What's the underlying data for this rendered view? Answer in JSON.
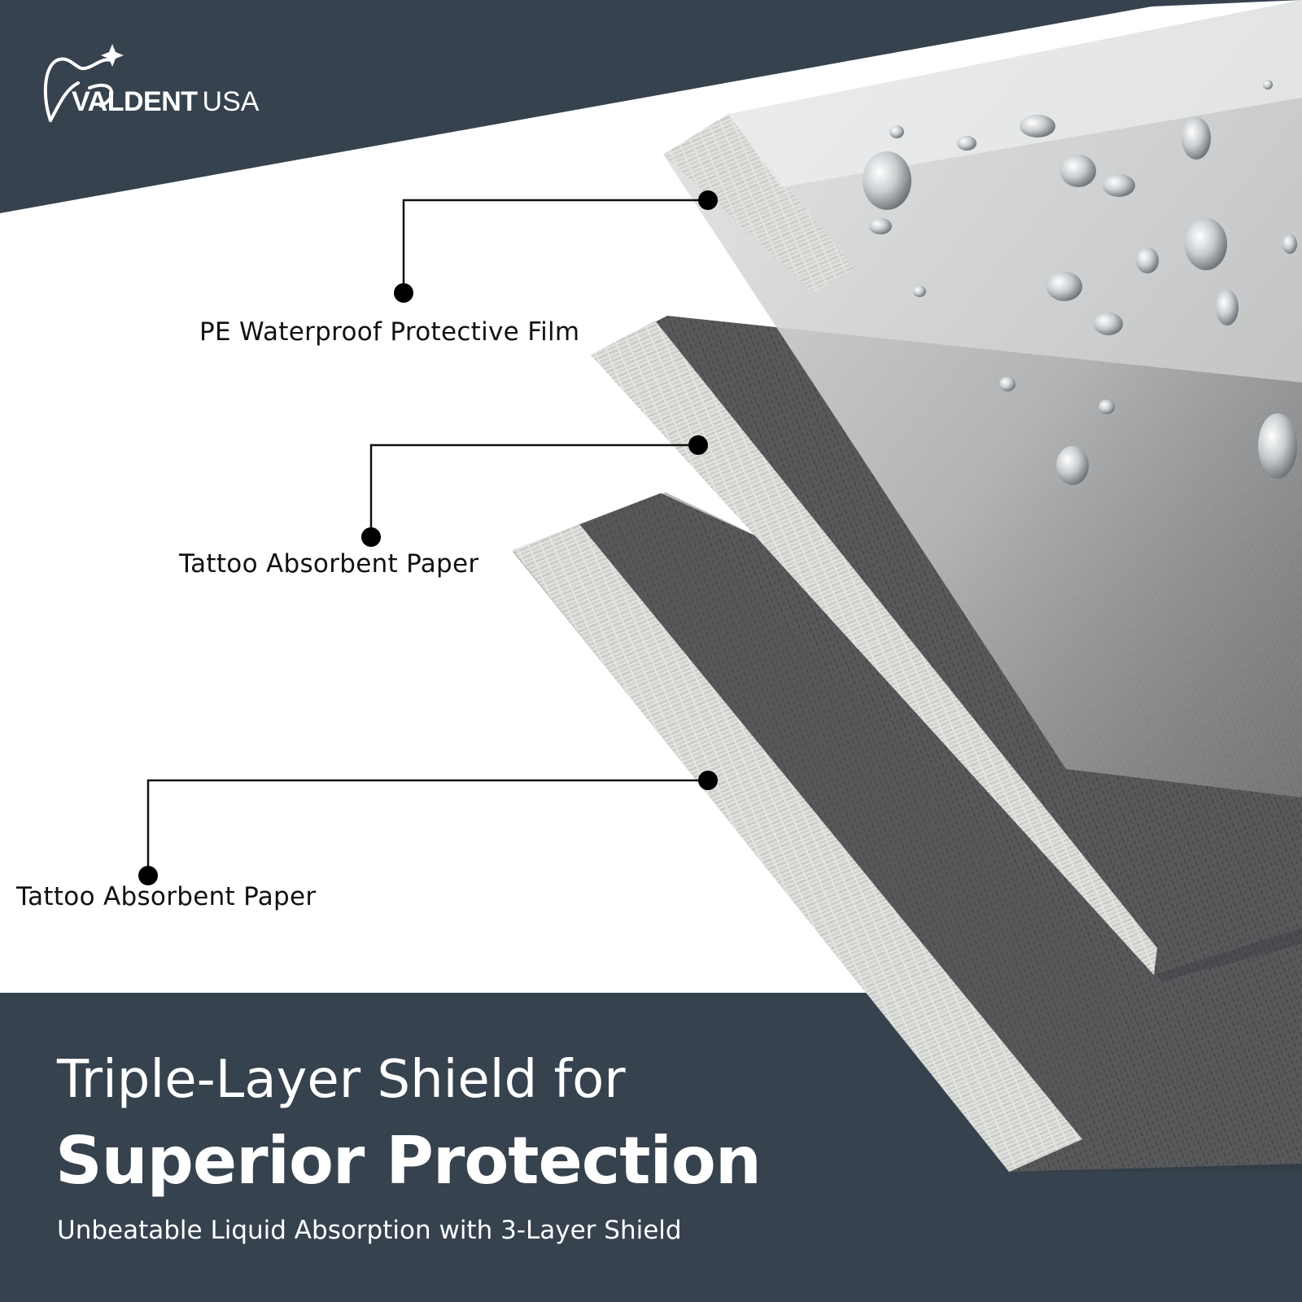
{
  "brand": {
    "name_bold": "VALDENT",
    "name_light": "USA",
    "logo_icon": "tooth-sparkle-icon"
  },
  "callouts": [
    {
      "label": "PE Waterproof Protective Film"
    },
    {
      "label": "Tattoo Absorbent Paper"
    },
    {
      "label": "Tattoo Absorbent Paper"
    }
  ],
  "headline": {
    "line1": "Triple-Layer Shield for",
    "line2": "Superior Protection",
    "subline": "Unbeatable Liquid Absorption with 3-Layer Shield"
  },
  "colors": {
    "navy": "#37424f",
    "layer_white": "#dfe1de",
    "layer_gray": "#555759",
    "film": "#c9cbcc",
    "callout_line": "#111111"
  }
}
